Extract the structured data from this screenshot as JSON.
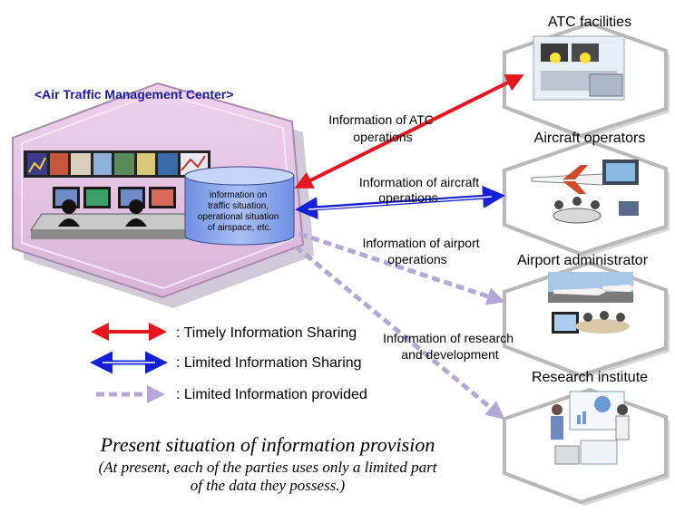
{
  "center": {
    "title": "<Air Traffic Management Center>",
    "database_lines": [
      "information on",
      "traffic situation,",
      "operational situation",
      "of airspace, etc."
    ]
  },
  "parties": {
    "atc": "ATC facilities",
    "aircraft": "Aircraft operators",
    "airport": "Airport administrator",
    "research": "Research institute"
  },
  "flows": {
    "atc": [
      "Information of ATC",
      "operations"
    ],
    "aircraft": [
      "Information of aircraft",
      "operations"
    ],
    "airport": [
      "Information of airport",
      "operations"
    ],
    "research": [
      "Information of research",
      "and development"
    ]
  },
  "legend": {
    "timely": ": Timely Information Sharing",
    "limited_sharing": ": Limited Information Sharing",
    "limited_provided": ": Limited Information provided"
  },
  "colors": {
    "timely": "#e8141e",
    "limited_sharing": "#1420d8",
    "limited_provided": "#b4a6d6",
    "center_fill": "#e8c8e6"
  },
  "caption": {
    "title": "Present situation of information provision",
    "line2": "(At present, each of the parties uses only a limited part",
    "line3": "of the data they possess.)"
  }
}
